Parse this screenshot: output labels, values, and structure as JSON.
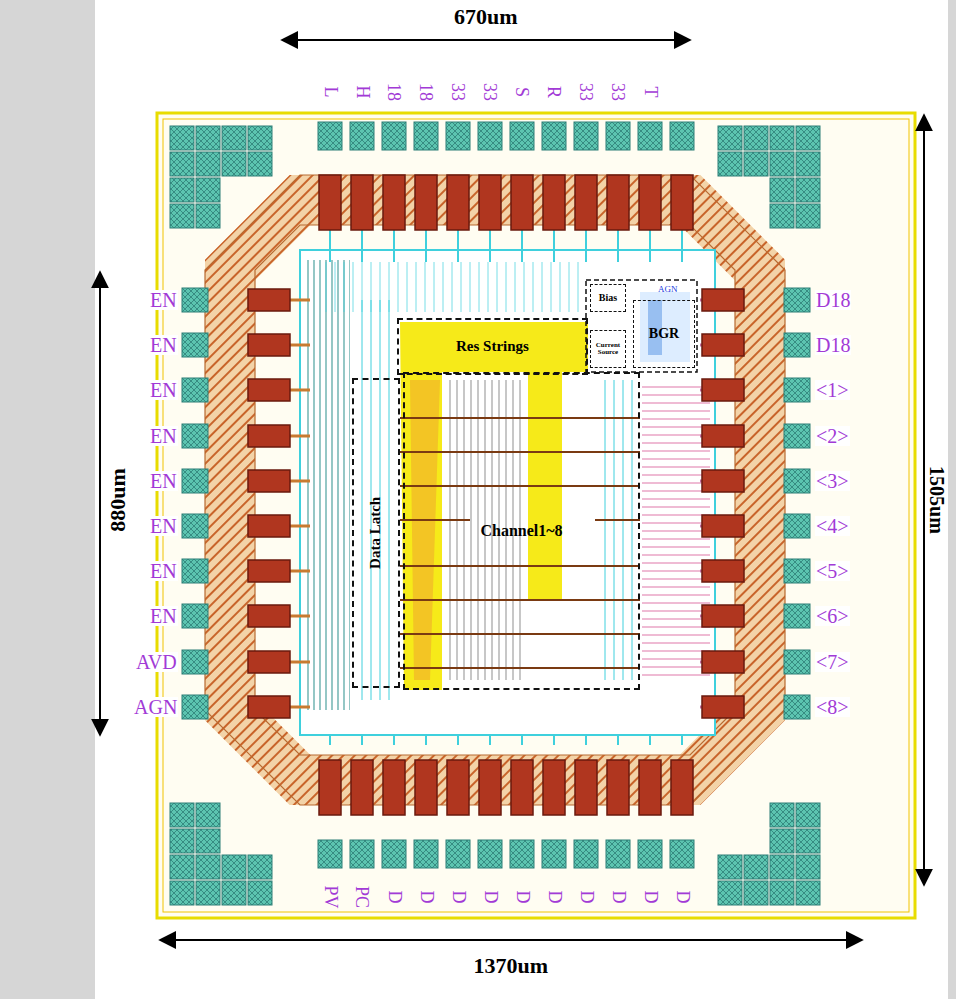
{
  "diagram": {
    "nodes": [
      {
        "text": [
          "Res Strings"
        ]
      },
      {
        "text": [
          "Bias"
        ]
      },
      {
        "text": [
          "Current Source"
        ]
      },
      {
        "text": [
          "BGR"
        ]
      },
      {
        "text": [
          "Data Latch"
        ]
      },
      {
        "text": [
          "Channel1~8"
        ]
      }
    ],
    "labels": [
      "670um",
      "880um",
      "1370um",
      "1505um",
      "L",
      "H",
      "18",
      "18",
      "33",
      "33",
      "S",
      "R",
      "33",
      "33",
      "T",
      "EN",
      "EN",
      "EN",
      "EN",
      "EN",
      "EN",
      "EN",
      "EN",
      "AVD",
      "AGN",
      "D18",
      "D18",
      "<1>",
      "<2>",
      "<3>",
      "<4>",
      "<5>",
      "<6>",
      "<7>",
      "<8>",
      "PV",
      "PC",
      "D",
      "D",
      "D",
      "D",
      "D",
      "D",
      "D",
      "D",
      "D",
      "D",
      "AGN"
    ]
  }
}
